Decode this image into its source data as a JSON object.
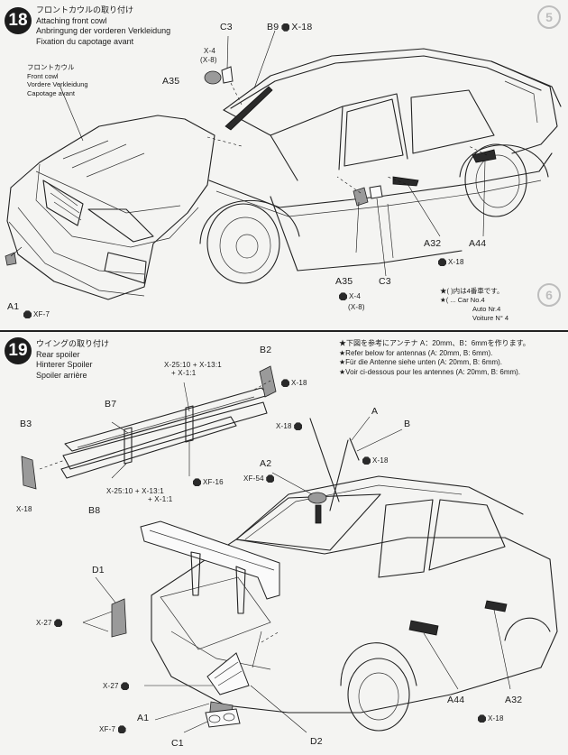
{
  "step18": {
    "number": "18",
    "title_jp": "フロントカウルの取り付け",
    "title_en": "Attaching front cowl",
    "title_de": "Anbringung der vorderen Verkleidung",
    "title_fr": "Fixation du capotage avant",
    "cowl_label_jp": "フロントカウル",
    "cowl_label_en": "Front cowl",
    "cowl_label_de": "Vordere Verkleidung",
    "cowl_label_fr": "Capotage avant",
    "parts": {
      "c3_top": "C3",
      "b9": "B9",
      "b9_screw": "X-18",
      "x4_top": "X-4",
      "x8_top": "(X-8)",
      "a35_top": "A35",
      "a1": "A1",
      "a1_screw": "XF-7",
      "a35_bottom": "A35",
      "x4_bottom": "X-4",
      "x8_bottom": "(X-8)",
      "c3_bottom": "C3",
      "a32": "A32",
      "a44": "A44",
      "a_screw": "X-18"
    },
    "note_lines": [
      "★(  )内は4番車です。",
      "★(  ... Car No.4",
      "Auto Nr.4",
      "Voiture N° 4"
    ]
  },
  "step19": {
    "number": "19",
    "title_jp": "ウイングの取り付け",
    "title_en": "Rear spoiler",
    "title_de": "Hinterer Spoiler",
    "title_fr": "Spoiler arrière",
    "notes": [
      "★下図を参考にアンテナ A：20mm、B：6mmを作ります。",
      "★Refer below for antennas (A: 20mm, B: 6mm).",
      "★Für die Antenne siehe unten (A: 20mm, B: 6mm).",
      "★Voir ci-dessous pour les antennes (A: 20mm, B: 6mm)."
    ],
    "parts": {
      "b2": "B2",
      "b2_screw": "X-18",
      "mix_top_1": "X-25:10 + X-13:1",
      "mix_top_2": "+ X-1:1",
      "b7": "B7",
      "b3": "B3",
      "b3_screw": "X-18",
      "xf16": "XF-16",
      "mix_bot_1": "X-25:10 + X-13:1",
      "mix_bot_2": "+ X-1:1",
      "b8": "B8",
      "antenna_a": "A",
      "antenna_b": "B",
      "antenna_a_screw": "X-18",
      "antenna_b_screw": "X-18",
      "a2": "A2",
      "a2_paint": "XF-54",
      "d1": "D1",
      "d1_screw": "X-27",
      "d2_screw": "X-27",
      "a1": "A1",
      "a1_paint": "XF-7",
      "c1": "C1",
      "d2": "D2",
      "a44": "A44",
      "a32": "A32",
      "a32_screw": "X-18"
    }
  },
  "page_marks": {
    "top_circle": "5",
    "mid_circle": "6"
  }
}
